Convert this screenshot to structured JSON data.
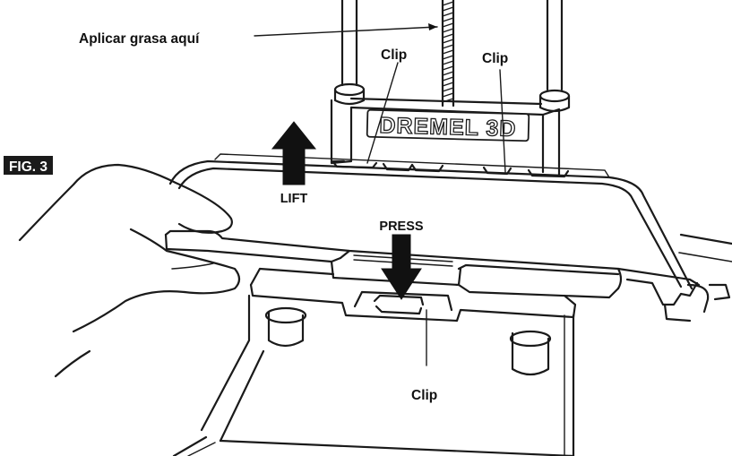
{
  "figure": {
    "badge": "FIG. 3",
    "brand": "DREMEL 3D"
  },
  "labels": {
    "grease": "Aplicar grasa aquí",
    "clip_left": "Clip",
    "clip_right": "Clip",
    "clip_bottom": "Clip",
    "lift": "LIFT",
    "press": "PRESS"
  },
  "colors": {
    "ink": "#1a1a1a",
    "badge_bg": "#1a1a1a",
    "paper": "#ffffff"
  }
}
